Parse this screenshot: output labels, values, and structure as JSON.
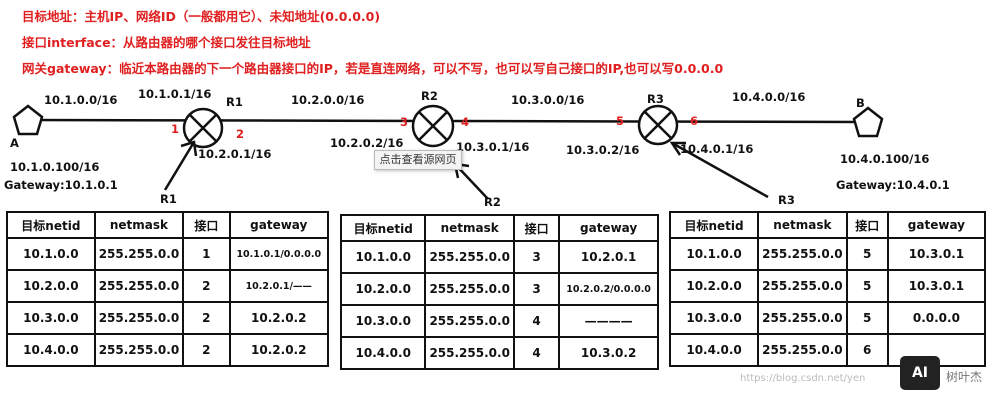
{
  "notes": {
    "dest": "目标地址：主机IP、网络ID（一般都用它）、未知地址(0.0.0.0)",
    "iface": "接口interface：从路由器的哪个接口发往目标地址",
    "gateway": "网关gateway：临近本路由器的下一个路由器接口的IP，若是直连网络，可以不写，也可以写自己接口的IP,也可以写0.0.0.0"
  },
  "topology": {
    "host_a": {
      "name": "A",
      "ip": "10.1.0.100/16",
      "gateway": "Gateway:10.1.0.1"
    },
    "host_b": {
      "name": "B",
      "ip": "10.4.0.100/16",
      "gateway": "Gateway:10.4.0.1"
    },
    "networks": [
      "10.1.0.0/16",
      "10.2.0.0/16",
      "10.3.0.0/16",
      "10.4.0.0/16"
    ],
    "r1": {
      "name": "R1",
      "label": "R1",
      "if1": "1",
      "if2": "2",
      "ip1": "10.1.0.1/16",
      "ip2": "10.2.0.1/16"
    },
    "r2": {
      "name": "R2",
      "label": "R2",
      "if1": "3",
      "if2": "4",
      "ip1": "10.2.0.2/16",
      "ip2": "10.3.0.1/16"
    },
    "r3": {
      "name": "R3",
      "label": "R3",
      "if1": "5",
      "if2": "6",
      "ip1": "10.3.0.2/16",
      "ip2": "10.4.0.1/16"
    }
  },
  "tooltip": "点击查看源网页",
  "tables": {
    "headers": [
      "目标netid",
      "netmask",
      "接口",
      "gateway"
    ],
    "r1": [
      [
        "10.1.0.0",
        "255.255.0.0",
        "1",
        "10.1.0.1/0.0.0.0"
      ],
      [
        "10.2.0.0",
        "255.255.0.0",
        "2",
        "10.2.0.1/——"
      ],
      [
        "10.3.0.0",
        "255.255.0.0",
        "2",
        "10.2.0.2"
      ],
      [
        "10.4.0.0",
        "255.255.0.0",
        "2",
        "10.2.0.2"
      ]
    ],
    "r2": [
      [
        "10.1.0.0",
        "255.255.0.0",
        "3",
        "10.2.0.1"
      ],
      [
        "10.2.0.0",
        "255.255.0.0",
        "3",
        "10.2.0.2/0.0.0.0"
      ],
      [
        "10.3.0.0",
        "255.255.0.0",
        "4",
        "————"
      ],
      [
        "10.4.0.0",
        "255.255.0.0",
        "4",
        "10.3.0.2"
      ]
    ],
    "r3": [
      [
        "10.1.0.0",
        "255.255.0.0",
        "5",
        "10.3.0.1"
      ],
      [
        "10.2.0.0",
        "255.255.0.0",
        "5",
        "10.3.0.1"
      ],
      [
        "10.3.0.0",
        "255.255.0.0",
        "5",
        "0.0.0.0"
      ],
      [
        "10.4.0.0",
        "255.255.0.0",
        "6",
        ""
      ]
    ]
  },
  "watermark": {
    "url": "https://blog.csdn.net/yen",
    "logo": "AI",
    "brand": "树叶杰"
  }
}
